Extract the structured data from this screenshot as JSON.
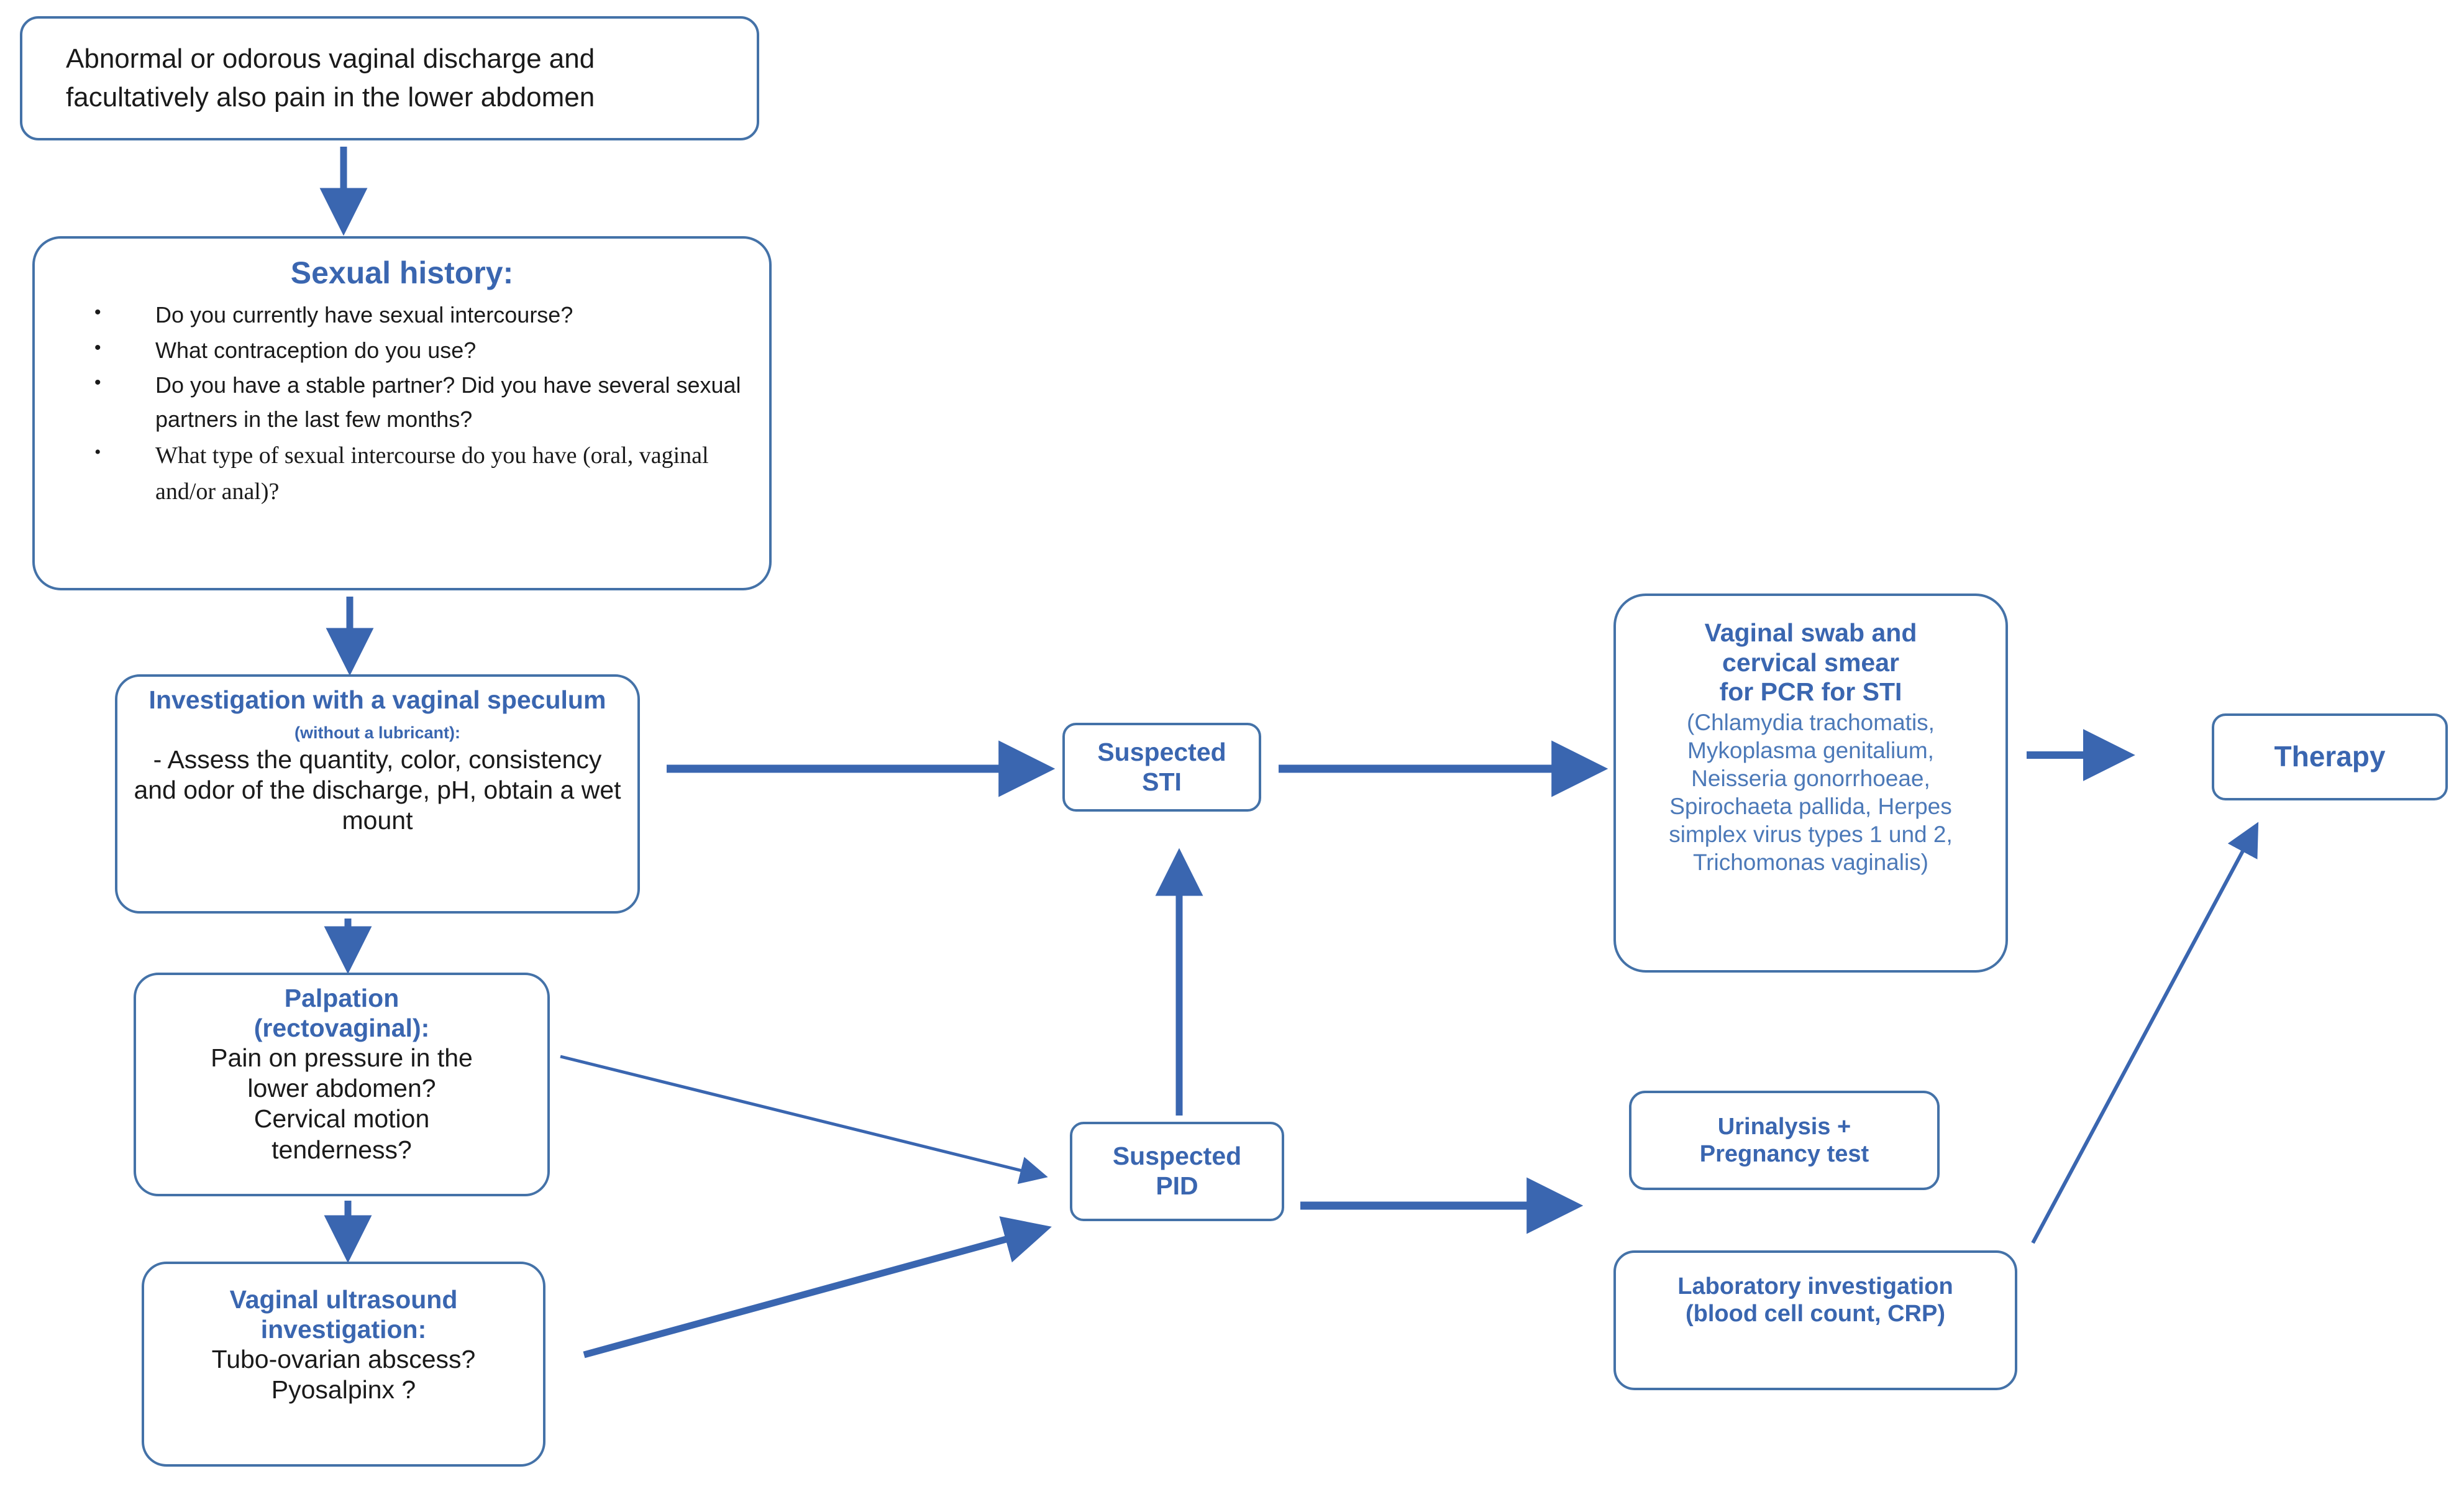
{
  "diagram": {
    "title": "Diagnostic flowchart for abnormal vaginal discharge (STI / PID work-up)",
    "colors": {
      "border": "#4472a8",
      "heading_text": "#3A66B0",
      "body_text": "#1a1a1a",
      "secondary_blue_text": "#4C79B8",
      "arrow": "#3A66B0",
      "background": "#ffffff"
    }
  },
  "nodes": {
    "presentation": {
      "line1": "Abnormal or odorous vaginal discharge and",
      "line2": "facultatively also pain in the lower abdomen"
    },
    "sexual_history": {
      "title": "Sexual history:",
      "bullets": [
        "Do you currently have sexual intercourse?",
        "What contraception do you use?",
        "Do you have a stable partner? Did you have several sexual partners in the last few months?",
        "What type of sexual intercourse do you have (oral, vaginal and/or anal)?"
      ]
    },
    "speculum": {
      "title_main": "Investigation with a vaginal speculum",
      "title_sub": "(without a lubricant):",
      "body": "- Assess the quantity, color, consistency and odor of the discharge, pH, obtain a wet mount"
    },
    "palpation": {
      "title_line1": "Palpation",
      "title_line2": "(rectovaginal):",
      "body_line1": "Pain on pressure in the",
      "body_line2": "lower abdomen?",
      "body_line3": "Cervical motion",
      "body_line4": "tenderness?"
    },
    "ultrasound": {
      "title_line1": "Vaginal ultrasound",
      "title_line2": "investigation:",
      "body_line1": "Tubo-ovarian abscess?",
      "body_line2": "Pyosalpinx ?"
    },
    "suspected_sti": {
      "line1": "Suspected",
      "line2": "STI"
    },
    "suspected_pid": {
      "line1": "Suspected",
      "line2": "PID"
    },
    "swab_pcr": {
      "title_line1": "Vaginal swab and",
      "title_line2": "cervical smear",
      "title_line3": "for PCR for STI",
      "organisms_line1": "(Chlamydia trachomatis,",
      "organisms_line2": "Mykoplasma genitalium,",
      "organisms_line3": "Neisseria gonorrhoeae,",
      "organisms_line4": "Spirochaeta pallida, Herpes",
      "organisms_line5": "simplex virus types 1 und 2,",
      "organisms_line6": "Trichomonas vaginalis)"
    },
    "urinalysis": {
      "line1": "Urinalysis +",
      "line2": "Pregnancy test"
    },
    "laboratory": {
      "line1": "Laboratory investigation",
      "line2": "(blood cell count, CRP)"
    },
    "therapy": {
      "label": "Therapy"
    }
  },
  "edges": [
    {
      "name": "presentation-to-history",
      "from": "presentation",
      "to": "sexual_history",
      "kind": "vertical-arrow"
    },
    {
      "name": "history-to-speculum",
      "from": "sexual_history",
      "to": "speculum",
      "kind": "vertical-arrow"
    },
    {
      "name": "speculum-to-sti",
      "from": "speculum",
      "to": "suspected_sti",
      "kind": "horizontal-arrow"
    },
    {
      "name": "speculum-to-palpation",
      "from": "speculum",
      "to": "palpation",
      "kind": "vertical-arrow"
    },
    {
      "name": "palpation-to-ultrasound",
      "from": "palpation",
      "to": "ultrasound",
      "kind": "vertical-arrow"
    },
    {
      "name": "palpation-to-pid",
      "from": "palpation",
      "to": "suspected_pid",
      "kind": "diagonal-arrow"
    },
    {
      "name": "ultrasound-to-pid",
      "from": "ultrasound",
      "to": "suspected_pid",
      "kind": "diagonal-arrow"
    },
    {
      "name": "pid-to-sti",
      "from": "suspected_pid",
      "to": "suspected_sti",
      "kind": "vertical-arrow-up"
    },
    {
      "name": "sti-to-swab",
      "from": "suspected_sti",
      "to": "swab_pcr",
      "kind": "horizontal-arrow"
    },
    {
      "name": "swab-to-therapy",
      "from": "swab_pcr",
      "to": "therapy",
      "kind": "horizontal-arrow"
    },
    {
      "name": "pid-to-labs",
      "from": "suspected_pid",
      "to": "laboratory",
      "kind": "horizontal-arrow"
    },
    {
      "name": "labs-to-therapy",
      "from": "laboratory",
      "to": "therapy",
      "kind": "diagonal-arrow-up"
    }
  ]
}
